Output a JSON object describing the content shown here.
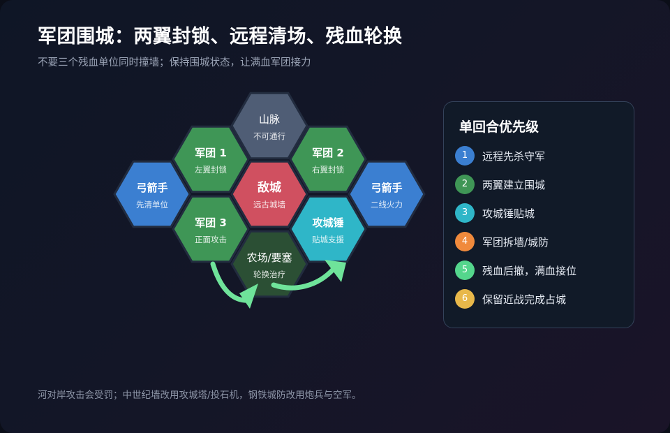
{
  "header": {
    "title": "军团围城：两翼封锁、远程清场、残血轮换",
    "subtitle": "不要三个残血单位同时撞墙；保持围城状态，让满血军团接力"
  },
  "hexes": [
    {
      "id": "mountain",
      "name": "山脉",
      "note": "不可通行",
      "color": "#4f5d75"
    },
    {
      "id": "legion1",
      "name": "军团 1",
      "note": "左翼封锁",
      "color": "#3f9656"
    },
    {
      "id": "legion2",
      "name": "军团 2",
      "note": "右翼封锁",
      "color": "#3f9656"
    },
    {
      "id": "archer-left",
      "name": "弓箭手",
      "note": "先清单位",
      "color": "#3b7fd1"
    },
    {
      "id": "enemy-city",
      "name": "敌城",
      "note": "远古城墙",
      "color": "#d05060"
    },
    {
      "id": "archer-right",
      "name": "弓箭手",
      "note": "二线火力",
      "color": "#3b7fd1"
    },
    {
      "id": "legion3",
      "name": "军团 3",
      "note": "正面攻击",
      "color": "#3f9656"
    },
    {
      "id": "ram",
      "name": "攻城锤",
      "note": "贴城支援",
      "color": "#2fb6c8"
    },
    {
      "id": "farm",
      "name": "农场/要塞",
      "note": "轮换治疗",
      "color": "#2b4f34"
    }
  ],
  "priority": {
    "title": "单回合优先级",
    "items": [
      {
        "num": "1",
        "label": "远程先杀守军",
        "color": "#3b7fd1"
      },
      {
        "num": "2",
        "label": "两翼建立围城",
        "color": "#3f9656"
      },
      {
        "num": "3",
        "label": "攻城锤贴城",
        "color": "#2fb6c8"
      },
      {
        "num": "4",
        "label": "军团拆墙/城防",
        "color": "#f08a3c"
      },
      {
        "num": "5",
        "label": "残血后撤，满血接位",
        "color": "#54d68c"
      },
      {
        "num": "6",
        "label": "保留近战完成占城",
        "color": "#e8b84a"
      }
    ]
  },
  "footer": {
    "note": "河对岸攻击会受罚；中世纪墙改用攻城塔/投石机，钢铁城防改用炮兵与空军。"
  },
  "colors": {
    "arrow": "#6fe39a",
    "hex_border": "#222c3f",
    "panel_bg": "#111a28"
  }
}
